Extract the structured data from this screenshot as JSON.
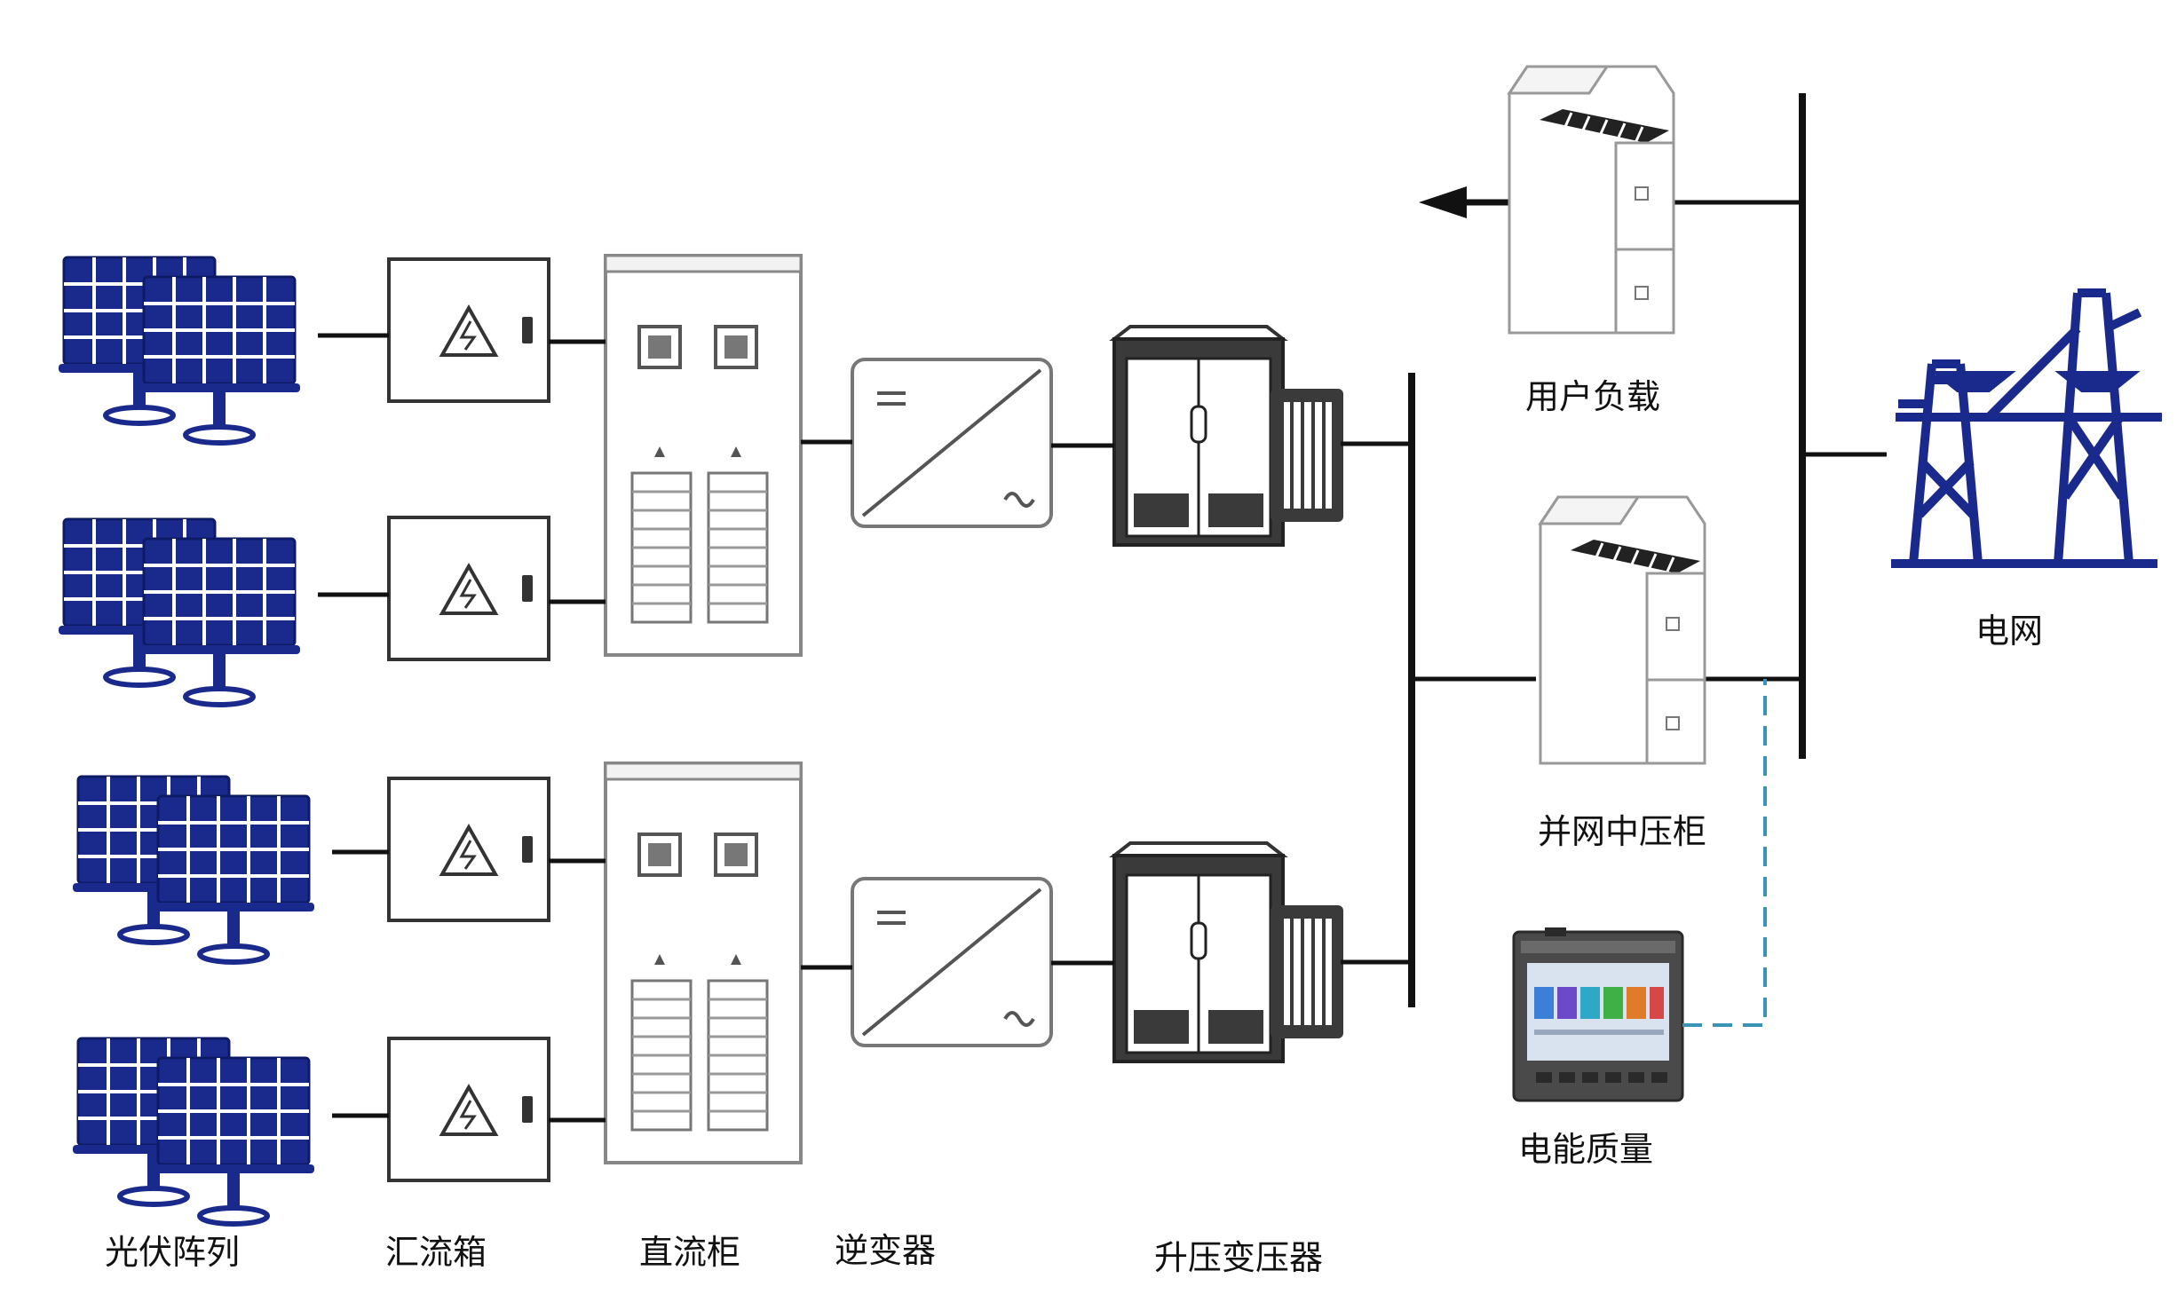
{
  "labels": {
    "pv_array": "光伏阵列",
    "combiner_box": "汇流箱",
    "dc_cabinet": "直流柜",
    "inverter": "逆变器",
    "step_up_transformer": "升压变压器",
    "user_load": "用户负载",
    "grid_mv_cabinet": "并网中压柜",
    "power_quality": "电能质量",
    "grid": "电网"
  },
  "colors": {
    "solar_panel": "#1a2a8c",
    "pylon": "#1a2a8c",
    "line": "#111111",
    "dashed_link": "#3b94b4",
    "meter_screen": "#3b7fd6"
  },
  "icons": {
    "combiner_box": "lightning-warning-icon",
    "inverter": "dc-to-ac-icon",
    "grid": "transmission-tower-icon"
  }
}
